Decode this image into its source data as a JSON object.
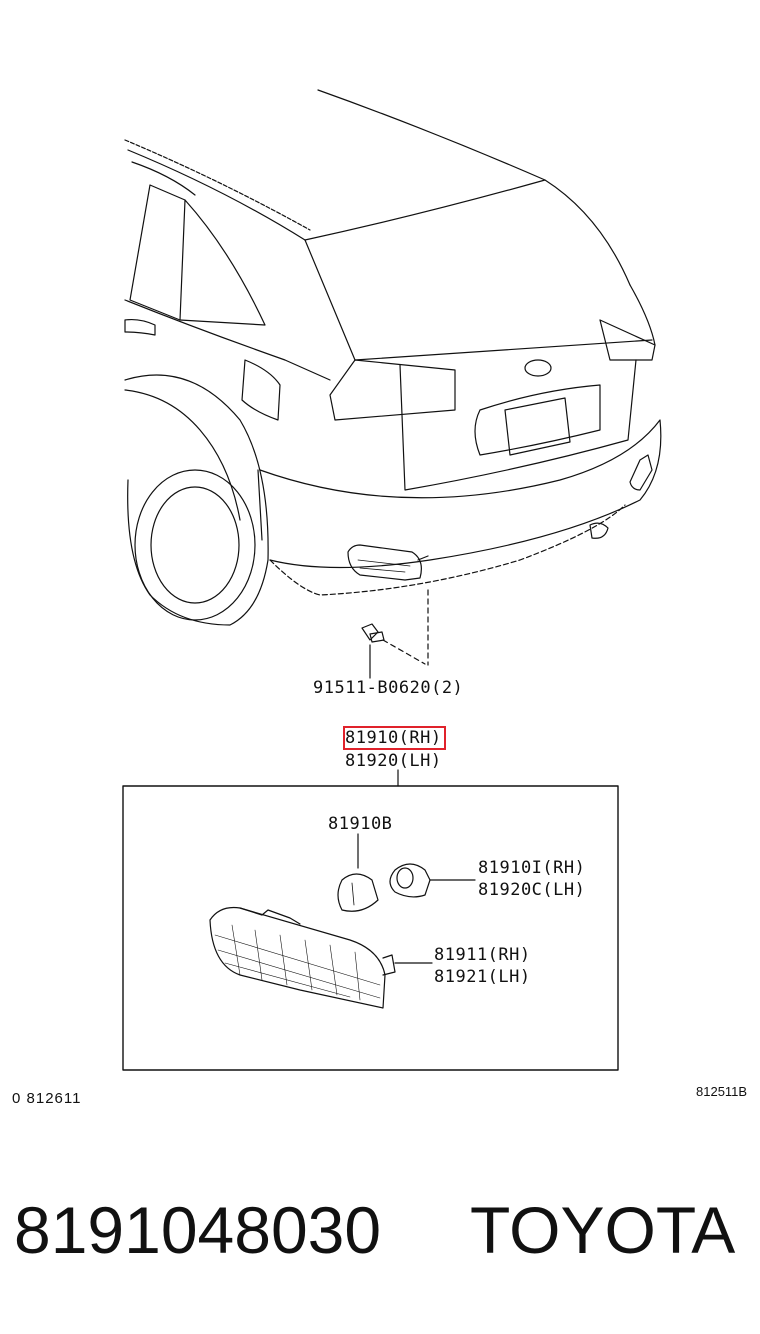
{
  "callouts": {
    "bolt": "91511-B0620(2)",
    "assembly_rh": "81910(RH)",
    "assembly_lh": "81920(LH)",
    "bulb": "81910B",
    "socket_rh": "81910I(RH)",
    "socket_lh": "81920C(LH)",
    "lens_rh": "81911(RH)",
    "lens_lh": "81921(LH)"
  },
  "codes": {
    "left": "0  812611",
    "right": "812511B"
  },
  "footer": {
    "part_number": "8191048030",
    "brand": "TOYOTA"
  },
  "colors": {
    "highlight": "#e0222b",
    "line": "#111111"
  }
}
